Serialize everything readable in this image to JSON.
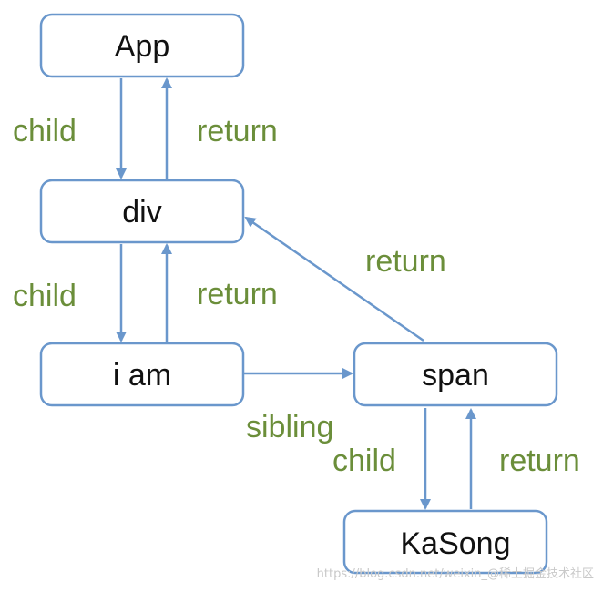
{
  "colors": {
    "node_stroke": "#6a97cc",
    "arrow": "#6a97cc",
    "edge_label": "#6b8e3a",
    "node_text": "#111111"
  },
  "nodes": {
    "app": "App",
    "div": "div",
    "iam": "i am",
    "span": "span",
    "kasong": "KaSong"
  },
  "edges": {
    "app_div_child": "child",
    "div_app_return": "return",
    "div_iam_child": "child",
    "iam_div_return": "return",
    "span_div_return": "return",
    "iam_span_sibling": "sibling",
    "span_kasong_child": "child",
    "kasong_span_return": "return"
  },
  "watermark": "https://blog.csdn.net/weixin_@稀土掘金技术社区"
}
